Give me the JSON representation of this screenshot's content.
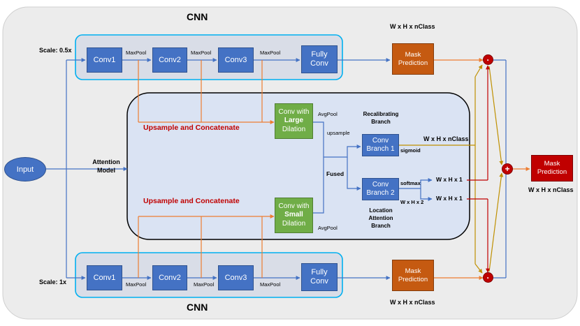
{
  "titles": {
    "top_cnn": "CNN",
    "bottom_cnn": "CNN"
  },
  "scales": {
    "top": "Scale: 0.5x",
    "bottom": "Scale: 1x"
  },
  "input": {
    "label": "Input"
  },
  "attention_model": {
    "label_line1": "Attention",
    "label_line2": "Model"
  },
  "top_branch": {
    "conv1": "Conv1",
    "conv2": "Conv2",
    "conv3": "Conv3",
    "fc_line1": "Fully",
    "fc_line2": "Conv",
    "pool1": "MaxPool",
    "pool2": "MaxPool",
    "pool3": "MaxPool",
    "mask_line1": "Mask",
    "mask_line2": "Prediction",
    "output_dim": "W x H x nClass"
  },
  "bottom_branch": {
    "conv1": "Conv1",
    "conv2": "Conv2",
    "conv3": "Conv3",
    "fc_line1": "Fully",
    "fc_line2": "Conv",
    "pool1": "MaxPool",
    "pool2": "MaxPool",
    "pool3": "MaxPool",
    "mask_line1": "Mask",
    "mask_line2": "Prediction",
    "output_dim": "W x H x nClass"
  },
  "attention": {
    "upsample_concat_top": "Upsample and Concatenate",
    "upsample_concat_bottom": "Upsample and Concatenate",
    "large_line1": "Conv with",
    "large_line2": "Large",
    "large_line3": "Dilation",
    "small_line1": "Conv with",
    "small_line2": "Small",
    "small_line3": "Dilation",
    "avgpool_top": "AvgPool",
    "avgpool_bottom": "AvgPool",
    "upsample": "upsample",
    "fused": "Fused",
    "recal_line1": "Recalibrating",
    "recal_line2": "Branch",
    "cb1_line1": "Conv",
    "cb1_line2": "Branch  1",
    "cb2_line1": "Conv",
    "cb2_line2": "Branch  2",
    "sigmoid": "sigmoid",
    "softmax": "softmax",
    "cb1_out_dim": "W x H x nClass",
    "cb2_out_dim": "W x H x 2",
    "loc_line1": "Location",
    "loc_line2": "Attention",
    "loc_line3": "Branch",
    "wh1_top": "W x H x 1",
    "wh1_bottom": "W x H x 1"
  },
  "fusion": {
    "mult_top": "·",
    "mult_bottom": "·",
    "plus": "+",
    "final_mask_line1": "Mask",
    "final_mask_line2": "Prediction",
    "final_dim": "W x H x nClass"
  },
  "colors": {
    "conv_blue": "#4472c4",
    "green": "#70ad47",
    "mask_orange": "#c55a11",
    "final_red": "#c00000",
    "wire_blue": "#4472c4",
    "wire_orange": "#ed7d31",
    "wire_gold": "#bf9000",
    "wire_red": "#c00000",
    "cnn_frame": "#00b0f0",
    "outer_bg": "#ececec",
    "attention_bg": "#dae3f3"
  }
}
